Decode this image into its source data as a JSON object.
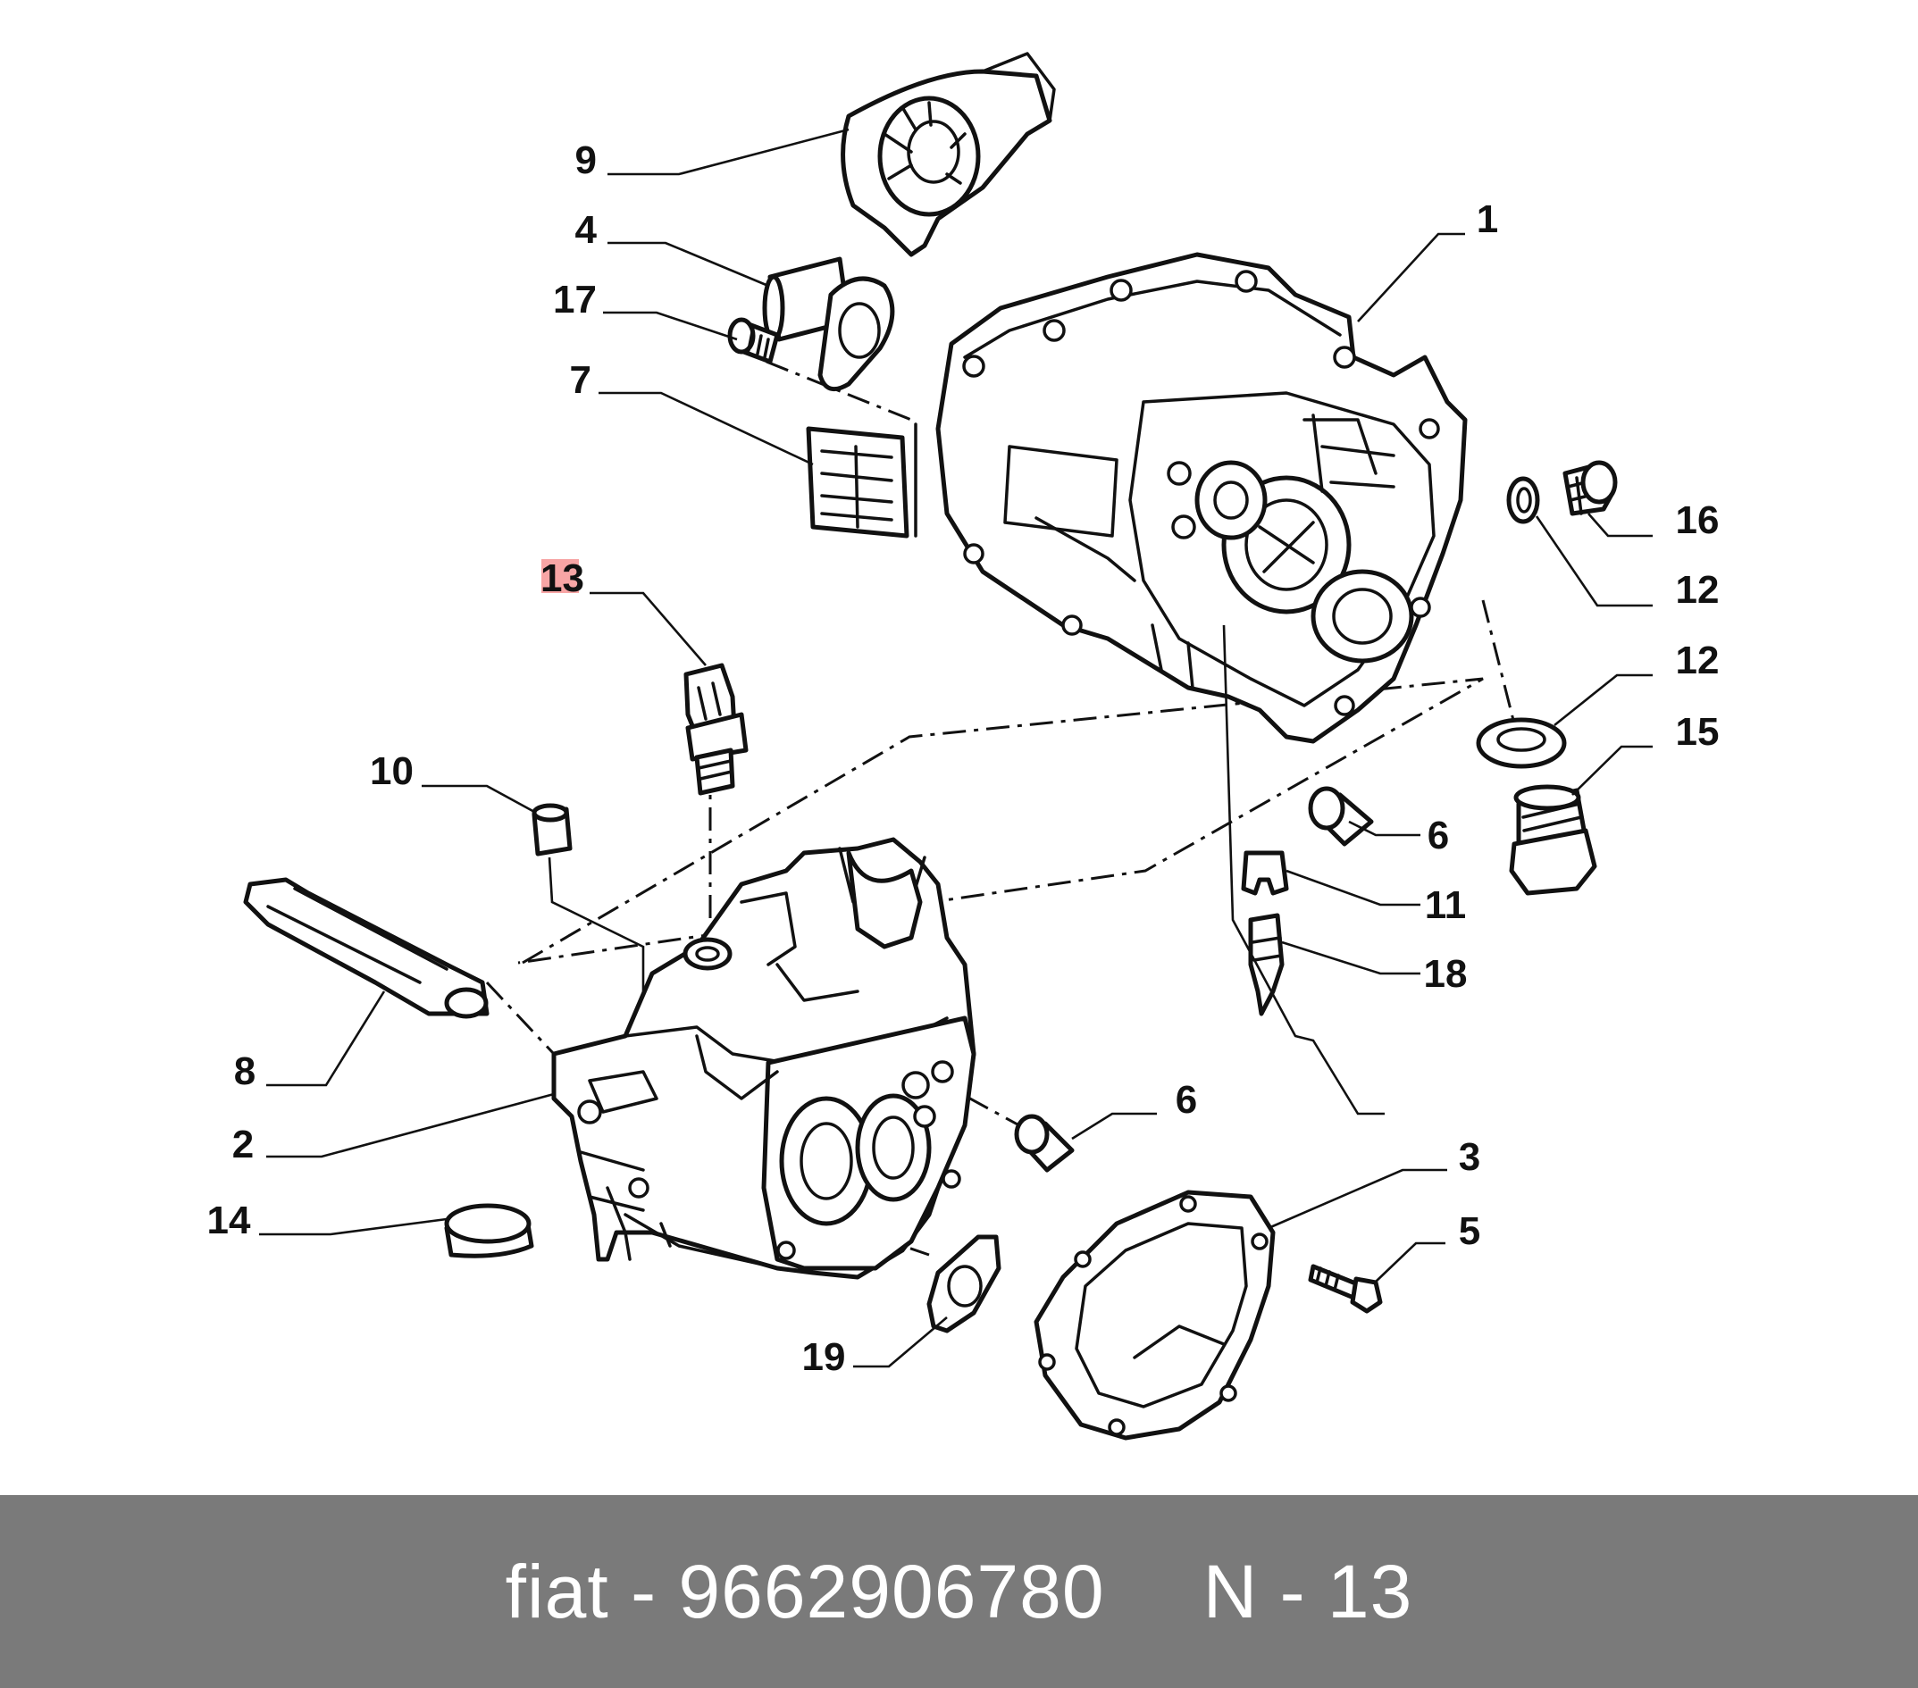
{
  "diagram": {
    "callouts": {
      "c1": "1",
      "c2": "2",
      "c3": "3",
      "c4": "4",
      "c5": "5",
      "c6a": "6",
      "c6b": "6",
      "c7": "7",
      "c8": "8",
      "c9": "9",
      "c10": "10",
      "c11": "11",
      "c12a": "12",
      "c12b": "12",
      "c13": "13",
      "c14": "14",
      "c15": "15",
      "c16": "16",
      "c17": "17",
      "c18": "18",
      "c19": "19"
    },
    "highlight": {
      "callout": "13",
      "color": "#f7a5a5"
    }
  },
  "footer": {
    "brand": "fiat",
    "separator": "-",
    "part_number": "9662906780",
    "position": "N - 13",
    "background": "#7a7a7a",
    "text_color": "#ffffff"
  }
}
